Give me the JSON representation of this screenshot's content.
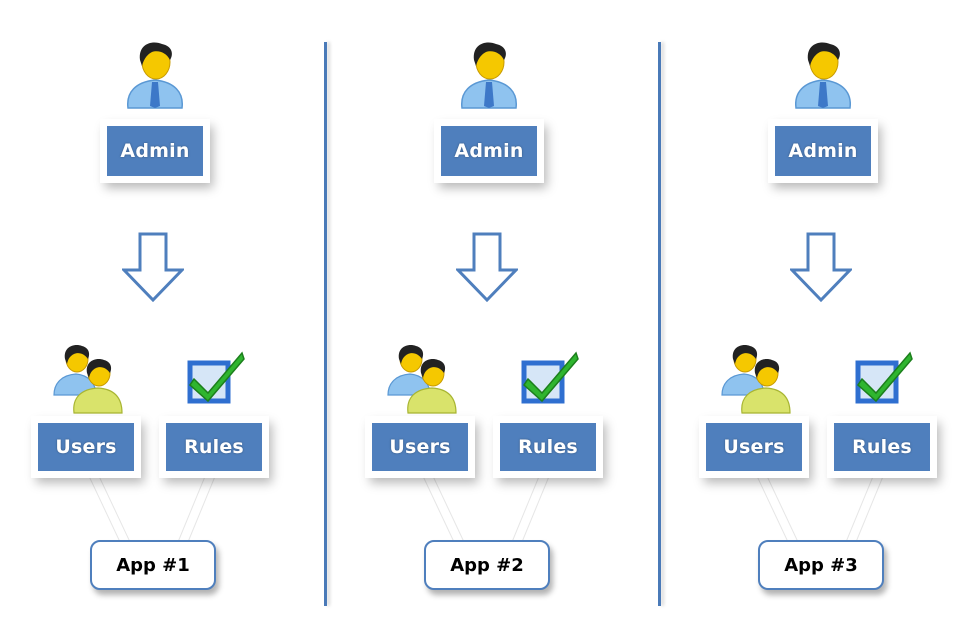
{
  "diagram": {
    "title": "",
    "colors": {
      "box_fill": "#4f7fbd",
      "box_text": "#ffffff",
      "divider": "#4a7ab8",
      "arrow_stroke": "#4f7fbd",
      "app_border": "#4f7fbd"
    },
    "panels": [
      {
        "admin_icon": "admin-user-icon",
        "admin_label": "Admin",
        "flow_icon": "down-arrow-icon",
        "users_icon": "users-group-icon",
        "users_label": "Users",
        "rules_icon": "checkbox-checked-icon",
        "rules_label": "Rules",
        "app_label": "App #1"
      },
      {
        "admin_icon": "admin-user-icon",
        "admin_label": "Admin",
        "flow_icon": "down-arrow-icon",
        "users_icon": "users-group-icon",
        "users_label": "Users",
        "rules_icon": "checkbox-checked-icon",
        "rules_label": "Rules",
        "app_label": "App #2"
      },
      {
        "admin_icon": "admin-user-icon",
        "admin_label": "Admin",
        "flow_icon": "down-arrow-icon",
        "users_icon": "users-group-icon",
        "users_label": "Users",
        "rules_icon": "checkbox-checked-icon",
        "rules_label": "Rules",
        "app_label": "App #3"
      }
    ]
  }
}
